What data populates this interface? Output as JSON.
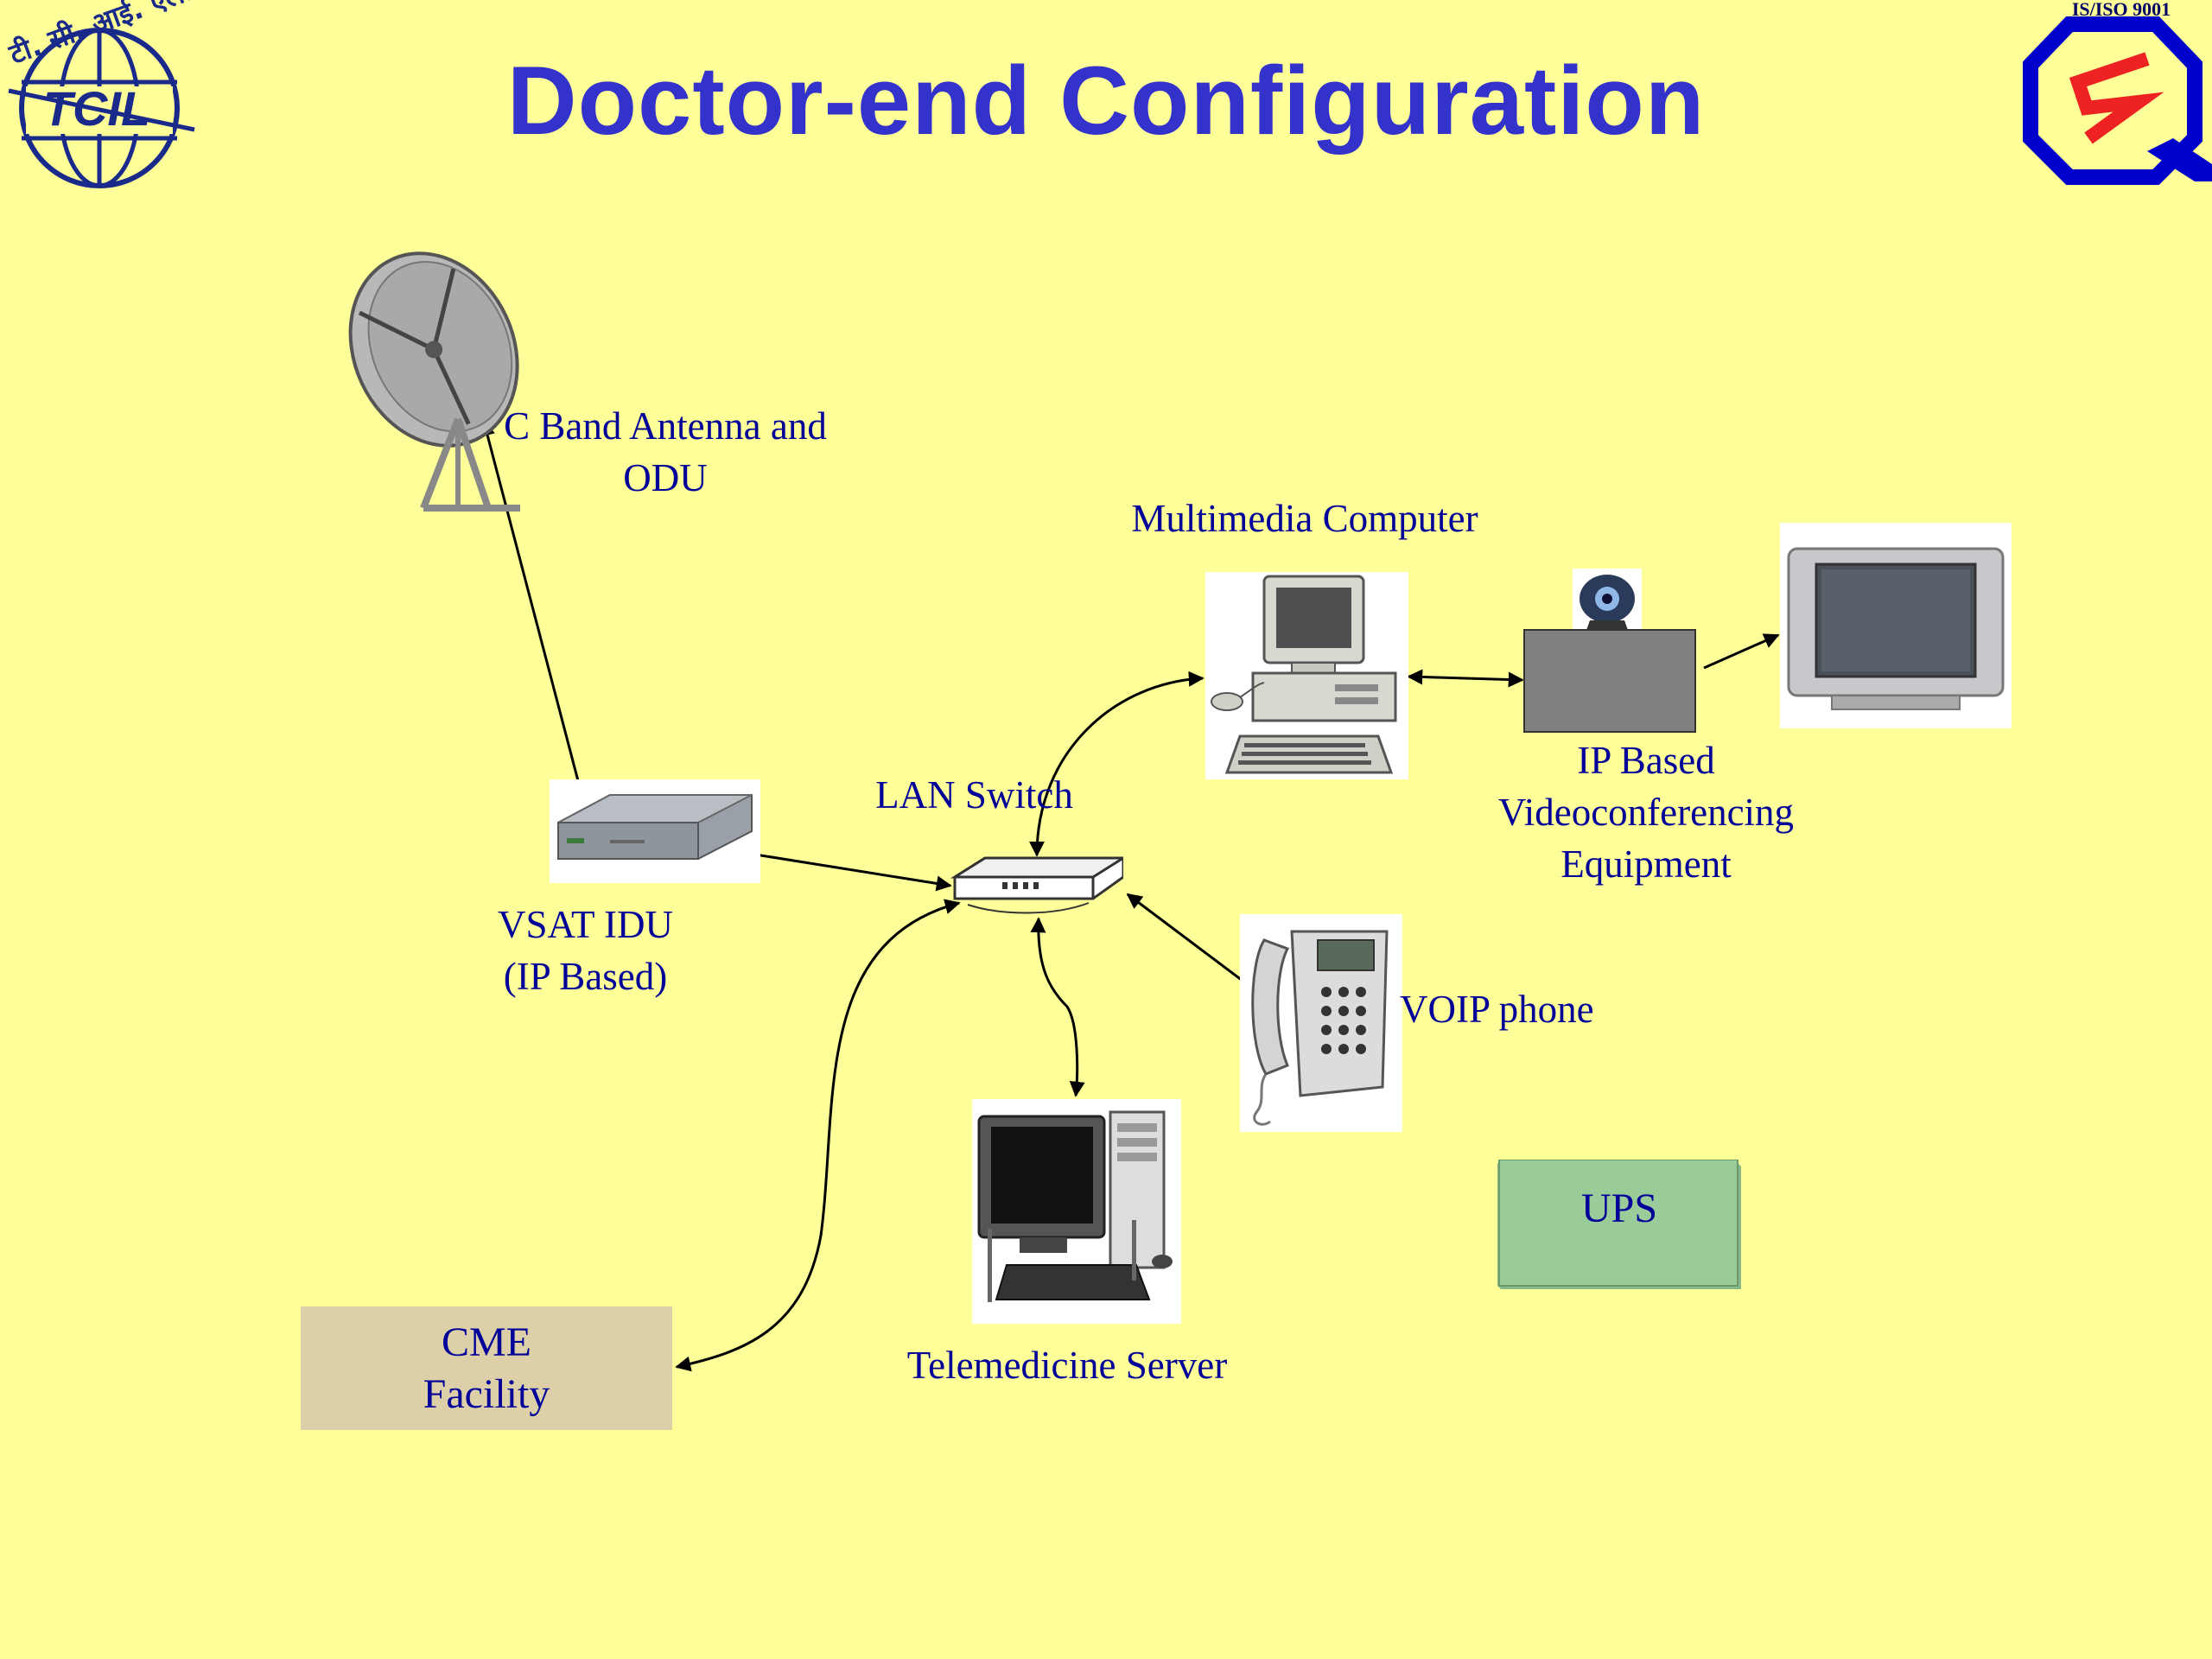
{
  "title": "Doctor-end Configuration",
  "logos": {
    "left_logo_text": "TCIL",
    "left_logo_hindi": "टी. सी. आई. एल.",
    "right_logo_text": "IS/ISO 9001"
  },
  "nodes": {
    "antenna": {
      "label_line1": "C Band Antenna and",
      "label_line2": "ODU"
    },
    "vsat_idu": {
      "label_line1": "VSAT IDU",
      "label_line2": "(IP Based)"
    },
    "lan_switch": {
      "label": "LAN Switch"
    },
    "multimedia_computer": {
      "label": "Multimedia Computer"
    },
    "videoconferencing": {
      "label_line1": "IP Based",
      "label_line2": "Videoconferencing",
      "label_line3": "Equipment"
    },
    "voip_phone": {
      "label": "VOIP phone"
    },
    "telemedicine_server": {
      "label": "Telemedicine Server"
    },
    "cme_facility": {
      "label_line1": "CME",
      "label_line2": "Facility"
    },
    "ups": {
      "label": "UPS"
    }
  },
  "colors": {
    "background": "#ffff99",
    "title": "#3333cc",
    "label": "#000099",
    "cme_box": "#ddd0a8",
    "ups_box": "#99cc99"
  }
}
